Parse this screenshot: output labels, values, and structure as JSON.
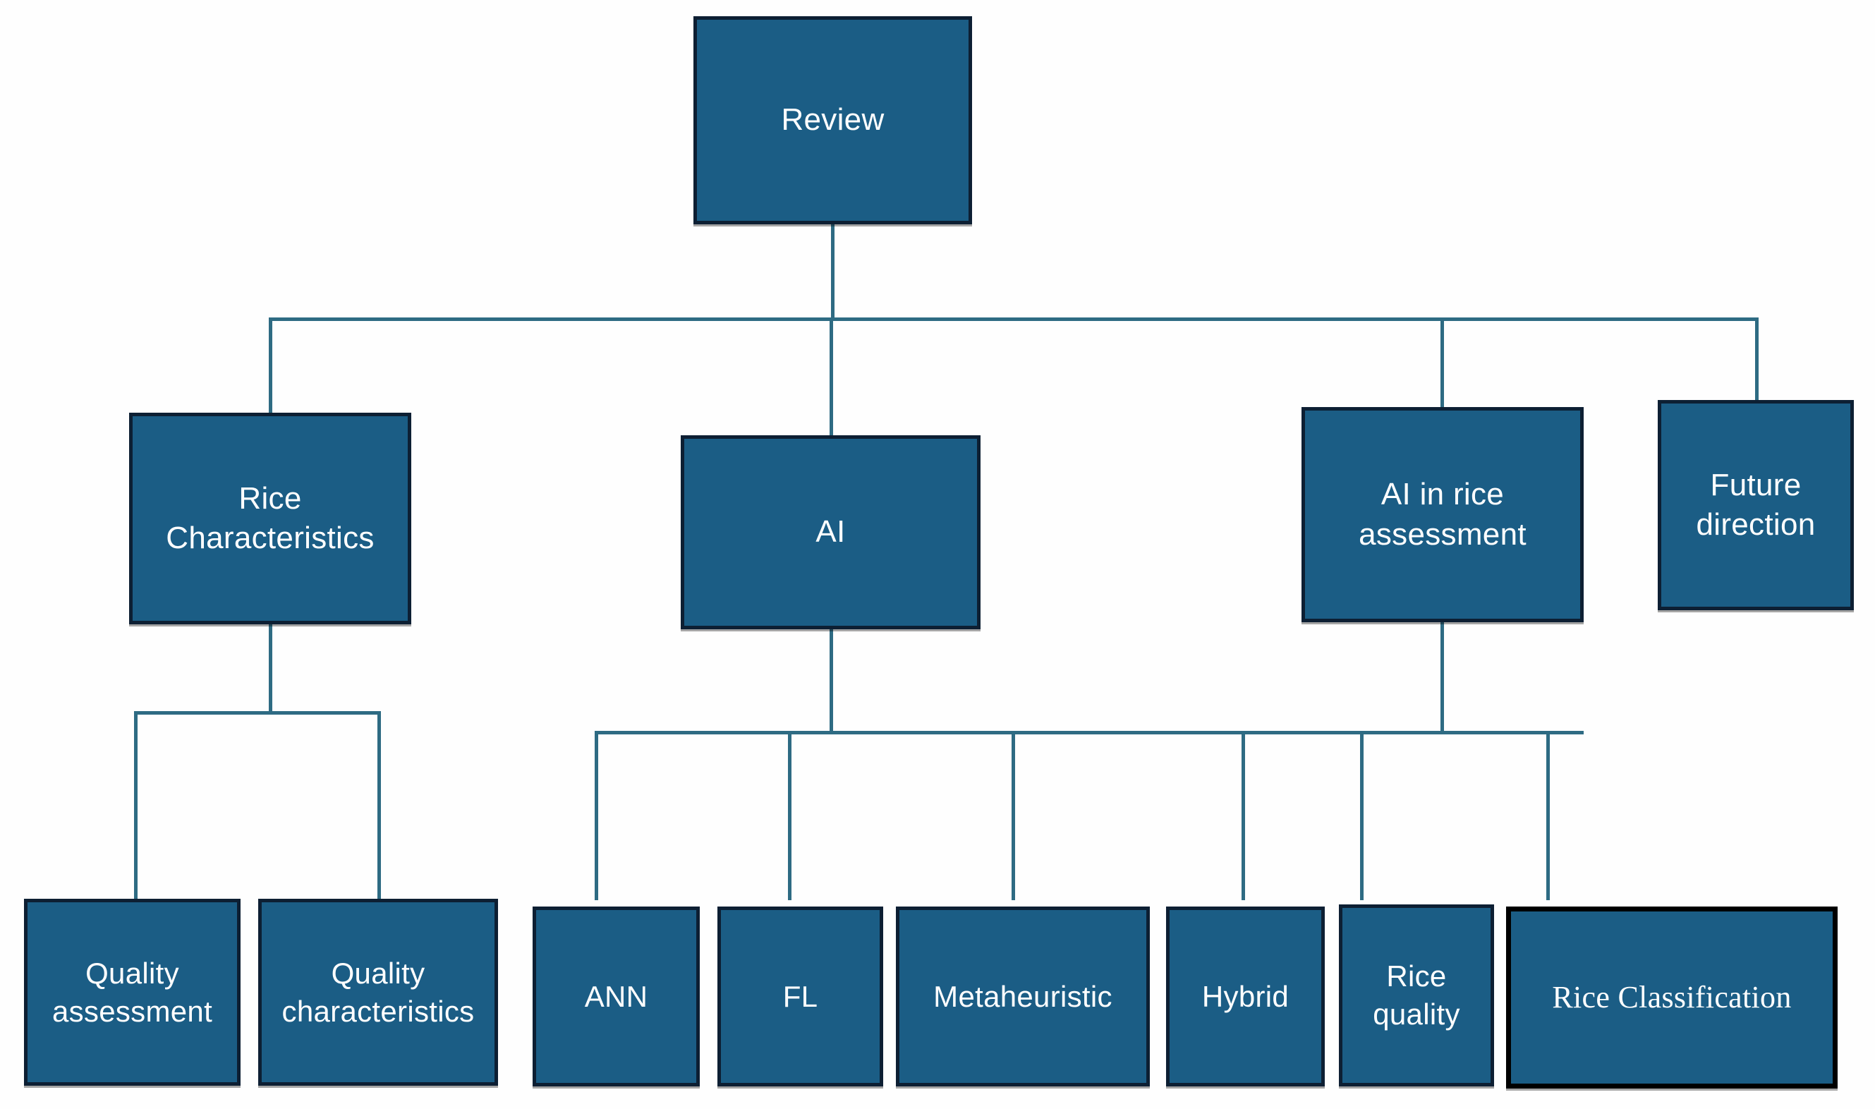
{
  "diagram": {
    "title": "Review taxonomy flowchart",
    "colors": {
      "node_fill": "#1b5d85",
      "node_border": "#0d1f33",
      "emphasis_border": "#000000",
      "connector": "#2e6b83",
      "label_text": "#ffffff",
      "background": "#fefefe"
    },
    "levels": [
      {
        "level": 1,
        "nodes": [
          {
            "id": "review",
            "label": "Review"
          }
        ]
      },
      {
        "level": 2,
        "nodes": [
          {
            "id": "rice-characteristics",
            "label": "Rice Characteristics"
          },
          {
            "id": "ai",
            "label": "AI"
          },
          {
            "id": "ai-in-rice-assessment",
            "label": "AI in rice assessment"
          },
          {
            "id": "future-direction",
            "label": "Future direction"
          }
        ]
      },
      {
        "level": 3,
        "nodes": [
          {
            "id": "quality-assessment",
            "label": "Quality assessment",
            "parent": "rice-characteristics"
          },
          {
            "id": "quality-characteristics",
            "label": "Quality characteristics",
            "parent": "rice-characteristics"
          },
          {
            "id": "ann",
            "label": "ANN",
            "parent": "ai"
          },
          {
            "id": "fl",
            "label": "FL",
            "parent": "ai"
          },
          {
            "id": "metaheuristic",
            "label": "Metaheuristic",
            "parent": "ai"
          },
          {
            "id": "hybrid",
            "label": "Hybrid",
            "parent": "ai"
          },
          {
            "id": "rice-quality",
            "label": "Rice quality",
            "parent": "ai-in-rice-assessment"
          },
          {
            "id": "rice-classification",
            "label": "Rice Classification",
            "parent": "ai-in-rice-assessment",
            "emphasis": true
          }
        ]
      }
    ]
  }
}
